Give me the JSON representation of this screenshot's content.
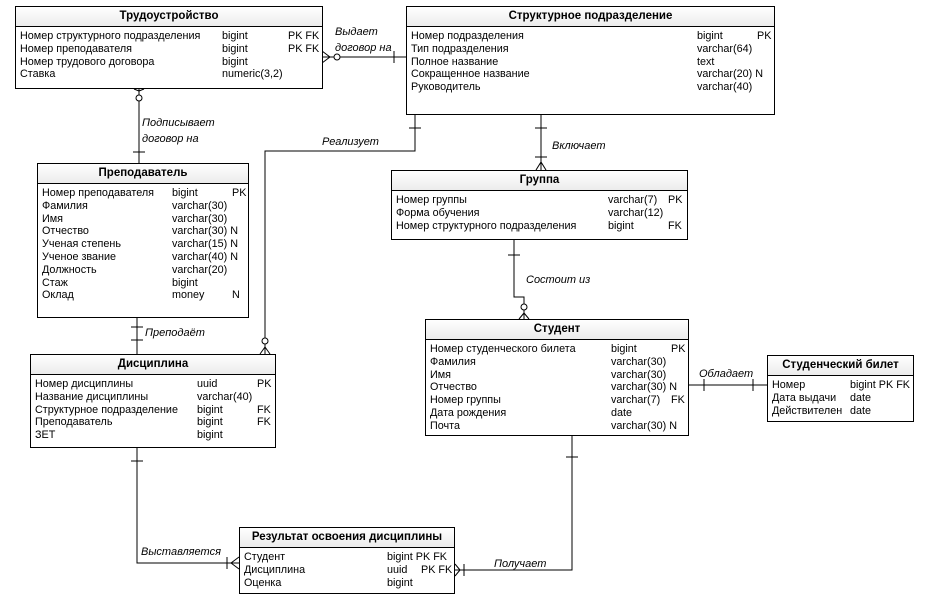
{
  "entities": [
    {
      "id": "trud",
      "title": "Трудоустройство",
      "rows": [
        [
          "Номер структурного подразделения",
          "bigint",
          "PK FK"
        ],
        [
          "Номер преподавателя",
          "bigint",
          "PK FK"
        ],
        [
          "Номер трудового договора",
          "bigint",
          ""
        ],
        [
          "Ставка",
          "numeric(3,2)",
          ""
        ]
      ]
    },
    {
      "id": "struct",
      "title": "Структурное подразделение",
      "rows": [
        [
          "Номер подразделения",
          "bigint",
          "PK"
        ],
        [
          "Тип подразделения",
          "varchar(64)",
          ""
        ],
        [
          "Полное название",
          "text",
          ""
        ],
        [
          "Сокращенное название",
          "varchar(20) N",
          ""
        ],
        [
          "Руководитель",
          "varchar(40)",
          ""
        ]
      ]
    },
    {
      "id": "prep",
      "title": "Преподаватель",
      "rows": [
        [
          "Номер преподавателя",
          "bigint",
          "PK"
        ],
        [
          "Фамилия",
          "varchar(30)",
          ""
        ],
        [
          "Имя",
          "varchar(30)",
          ""
        ],
        [
          "Отчество",
          "varchar(30) N",
          ""
        ],
        [
          "Ученая степень",
          "varchar(15) N",
          ""
        ],
        [
          "Ученое звание",
          "varchar(40) N",
          ""
        ],
        [
          "Должность",
          "varchar(20)",
          ""
        ],
        [
          "Стаж",
          "bigint",
          ""
        ],
        [
          "Оклад",
          "money",
          "N"
        ]
      ]
    },
    {
      "id": "group",
      "title": "Группа",
      "rows": [
        [
          "Номер группы",
          "varchar(7)",
          "PK"
        ],
        [
          "Форма обучения",
          "varchar(12)",
          ""
        ],
        [
          "Номер структурного подразделения",
          "bigint",
          "FK"
        ]
      ]
    },
    {
      "id": "student",
      "title": "Студент",
      "rows": [
        [
          "Номер студенческого билета",
          "bigint",
          "PK"
        ],
        [
          "Фамилия",
          "varchar(30)",
          ""
        ],
        [
          "Имя",
          "varchar(30)",
          ""
        ],
        [
          "Отчество",
          "varchar(30) N",
          ""
        ],
        [
          "Номер группы",
          "varchar(7)",
          "FK"
        ],
        [
          "Дата рождения",
          "date",
          ""
        ],
        [
          "Почта",
          "varchar(30) N",
          ""
        ]
      ]
    },
    {
      "id": "ticket",
      "title": "Студенческий билет",
      "rows": [
        [
          "Номер",
          "bigint PK FK",
          ""
        ],
        [
          "Дата выдачи",
          "date",
          ""
        ],
        [
          "Действителен",
          "date",
          ""
        ]
      ]
    },
    {
      "id": "disc",
      "title": "Дисциплина",
      "rows": [
        [
          "Номер дисциплины",
          "uuid",
          "PK"
        ],
        [
          "Название дисциплины",
          "varchar(40)",
          ""
        ],
        [
          "Структурное подразделение",
          "bigint",
          "FK"
        ],
        [
          "Преподаватель",
          "bigint",
          "FK"
        ],
        [
          "ЗЕТ",
          "bigint",
          ""
        ]
      ]
    },
    {
      "id": "result",
      "title": "Результат освоения дисциплины",
      "rows": [
        [
          "Студент",
          "bigint PK FK",
          ""
        ],
        [
          "Дисциплина",
          "uuid",
          "PK FK"
        ],
        [
          "Оценка",
          "bigint",
          ""
        ]
      ]
    }
  ],
  "relationships": [
    {
      "id": "vydaet",
      "label": "Выдает\nдоговор на"
    },
    {
      "id": "podpisyvaet",
      "label": "Подписывает\nдоговор на"
    },
    {
      "id": "realizuet",
      "label": "Реализует"
    },
    {
      "id": "vklyuchaet",
      "label": "Включает"
    },
    {
      "id": "sostoit",
      "label": "Состоит из"
    },
    {
      "id": "prepodayot",
      "label": "Преподаёт"
    },
    {
      "id": "obladaet",
      "label": "Обладает"
    },
    {
      "id": "vystavlyaetsya",
      "label": "Выставляется"
    },
    {
      "id": "poluchaet",
      "label": "Получает"
    }
  ]
}
